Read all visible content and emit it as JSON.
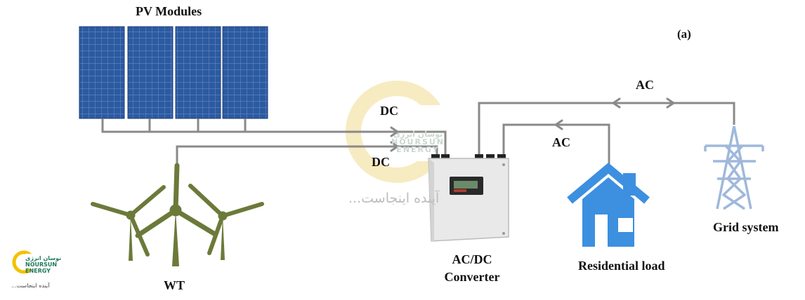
{
  "diagram": {
    "figure_label": "(a)",
    "labels": {
      "pv_modules": "PV Modules",
      "wt": "WT",
      "converter": [
        "AC/DC",
        "Converter"
      ],
      "residential_load": "Residential load",
      "grid_system": "Grid system",
      "dc_top": "DC",
      "dc_bottom": "DC",
      "ac_load": "AC",
      "ac_grid": "AC"
    }
  },
  "watermark": {
    "brand_lines": [
      "نوسان انرژی",
      "NOURSUN",
      "ENERGY"
    ],
    "tagline": "آینده اینجاست..."
  },
  "logo": {
    "brand_fa": "نوسان انرژی",
    "brand_line1": "NOURSUN",
    "brand_line2": "ENERGY",
    "tagline": "آینده اینجاست..."
  },
  "colors": {
    "wire": "#8a8a8a",
    "solar_panel": "#2c5aa0",
    "turbine": "#6b7a3a",
    "house": "#3d8fe0",
    "tower": "#9fb8dc",
    "converter_body": "#e9e9e9",
    "watermark_ring": "#f5e6b0",
    "watermark_text": "#c9d8cf",
    "logo_yellow": "#f2c200",
    "logo_green": "#1f7a5a"
  }
}
